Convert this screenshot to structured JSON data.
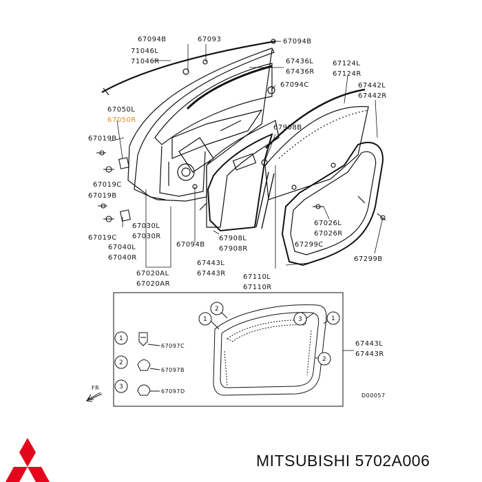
{
  "diagram": {
    "labels": {
      "l67094B_a": "67094B",
      "l67093": "67093",
      "l67094B_b": "67094B",
      "l71046L": "71046L",
      "l71046R": "71046R",
      "l67436L": "67436L",
      "l67436R": "67436R",
      "l67124L": "67124L",
      "l67124R": "67124R",
      "l67094C": "67094C",
      "l67442L": "67442L",
      "l67442R": "67442R",
      "l67050L": "67050L",
      "l67050R": "67050R",
      "l67908B": "67908B",
      "l67019B_a": "67019B",
      "l67019C_a": "67019C",
      "l67019B_b": "67019B",
      "l67030L": "67030L",
      "l67030R": "67030R",
      "l67019C_b": "67019C",
      "l67040L": "67040L",
      "l67040R": "67040R",
      "l67094B_c": "67094B",
      "l67908L": "67908L",
      "l67908R": "67908R",
      "l67026L": "67026L",
      "l67026R": "67026R",
      "l67299C": "67299C",
      "l67299B": "67299B",
      "l67443L_a": "67443L",
      "l67443R_a": "67443R",
      "l67020AL": "67020AL",
      "l67020AR": "67020AR",
      "l67110L": "67110L",
      "l67110R": "67110R"
    },
    "inset": {
      "clip_labels": [
        "67097C",
        "67097B",
        "67097D"
      ],
      "clip_numbers": [
        "1",
        "2",
        "3"
      ],
      "weatherstrip_l": "67443L",
      "weatherstrip_r": "67443R",
      "callouts": [
        "2",
        "1",
        "3",
        "1",
        "2"
      ],
      "fr": "FR",
      "code": "D00057"
    }
  },
  "brand": {
    "title": "MITSUBISHI 5702A006",
    "logo_color": "#e3051b"
  }
}
